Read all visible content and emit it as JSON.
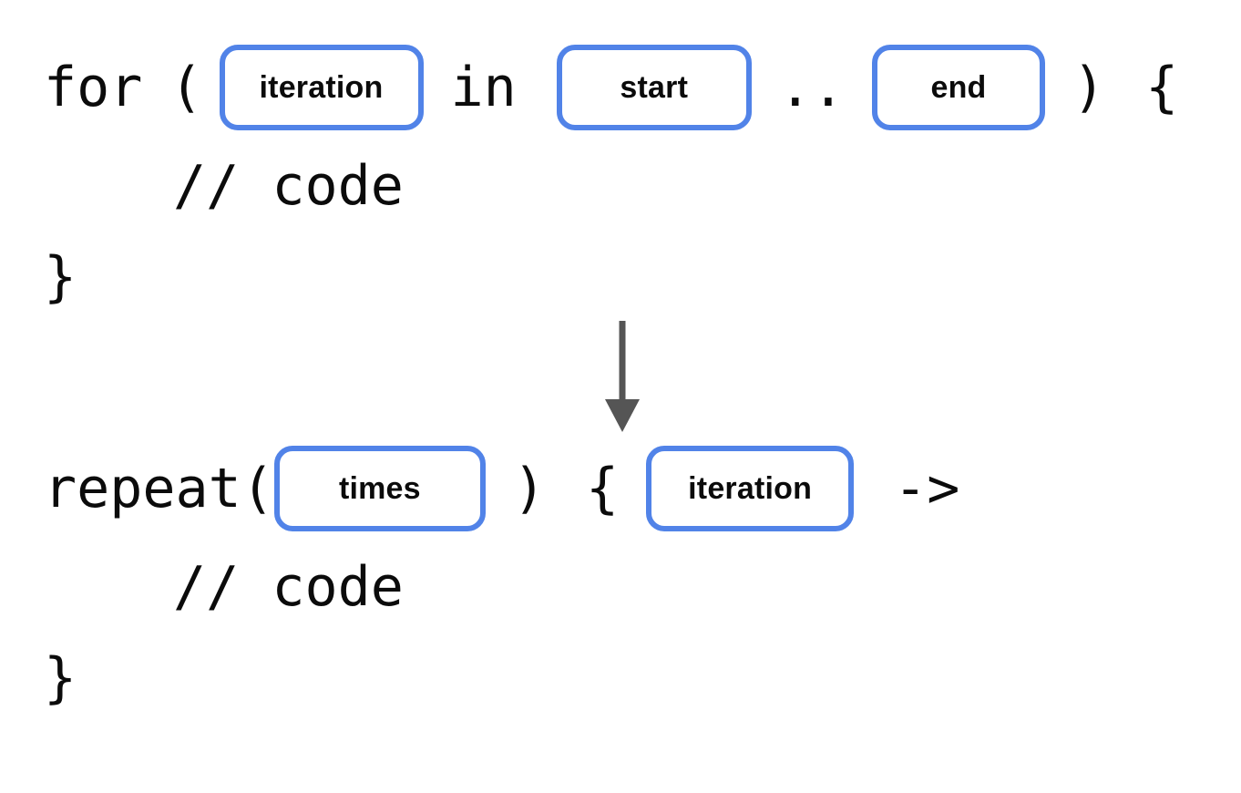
{
  "meta": {
    "title": "Kotlin for-loop to repeat() transformation",
    "background_color": "#ffffff",
    "accent_color": "#5183e8",
    "code_text_color": "#0b0b0b",
    "arrow_color": "#555555"
  },
  "before_block": {
    "name": "for-loop-snippet",
    "line1": {
      "keyword": "for",
      "space1": " ",
      "open_paren": "(",
      "token_iteration": "iteration",
      "in_keyword": "in",
      "token_start": "start",
      "range_operator": "..",
      "token_end": "end",
      "close_paren": ")",
      "open_brace": "{"
    },
    "line2": "// code",
    "line3": "}"
  },
  "arrow": {
    "name": "downward-transform-arrow",
    "direction": "down",
    "color": "#555555"
  },
  "after_block": {
    "name": "repeat-snippet",
    "line1": {
      "function_name": "repeat(",
      "token_times": "times",
      "close_paren": ")",
      "open_brace": "{",
      "token_iteration": "iteration",
      "lambda_arrow": "->"
    },
    "line2": "// code",
    "line3": "}"
  }
}
